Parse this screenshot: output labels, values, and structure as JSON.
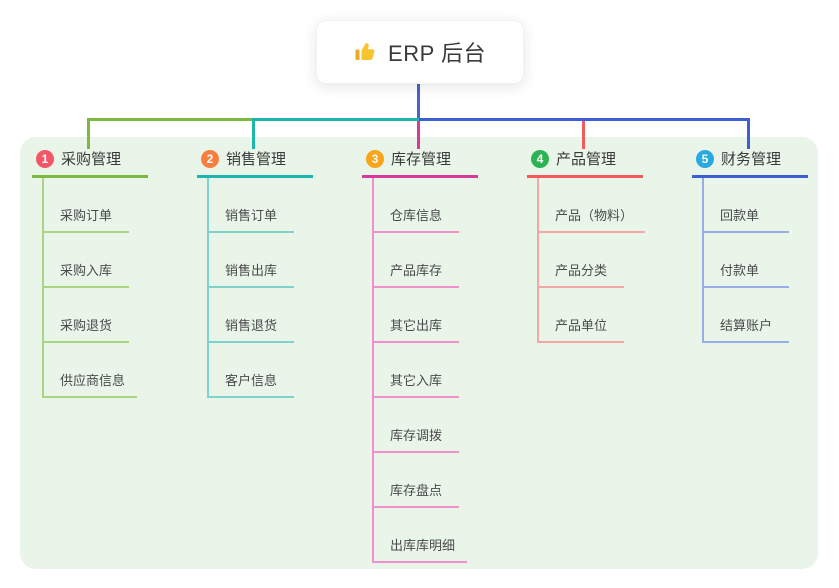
{
  "root": {
    "title": "ERP 后台",
    "icon": "thumbs-up-icon",
    "icon_color": "#F7C331"
  },
  "colors": {
    "stem": "#4E61C9",
    "container_bg": "#E9F5E8"
  },
  "branches": [
    {
      "number": "1",
      "label": "采购管理",
      "badge_color": "#F25767",
      "line_color": "#7CB93E",
      "child_line_color": "#A9D584",
      "children": [
        "采购订单",
        "采购入库",
        "采购退货",
        "供应商信息"
      ]
    },
    {
      "number": "2",
      "label": "销售管理",
      "badge_color": "#F87E3F",
      "line_color": "#1DB5AE",
      "child_line_color": "#7FD2CA",
      "children": [
        "销售订单",
        "销售出库",
        "销售退货",
        "客户信息"
      ]
    },
    {
      "number": "3",
      "label": "库存管理",
      "badge_color": "#F9A51A",
      "line_color": "#D63A9B",
      "child_line_color": "#F191CB",
      "children": [
        "仓库信息",
        "产品库存",
        "其它出库",
        "其它入库",
        "库存调拨",
        "库存盘点",
        "出库库明细"
      ]
    },
    {
      "number": "4",
      "label": "产品管理",
      "badge_color": "#2DB353",
      "line_color": "#F15B5B",
      "child_line_color": "#F7A6A6",
      "children": [
        "产品（物料）",
        "产品分类",
        "产品单位"
      ]
    },
    {
      "number": "5",
      "label": "财务管理",
      "badge_color": "#29A9E0",
      "line_color": "#3E5ED3",
      "child_line_color": "#96ADE8",
      "children": [
        "回款单",
        "付款单",
        "结算账户"
      ]
    }
  ]
}
